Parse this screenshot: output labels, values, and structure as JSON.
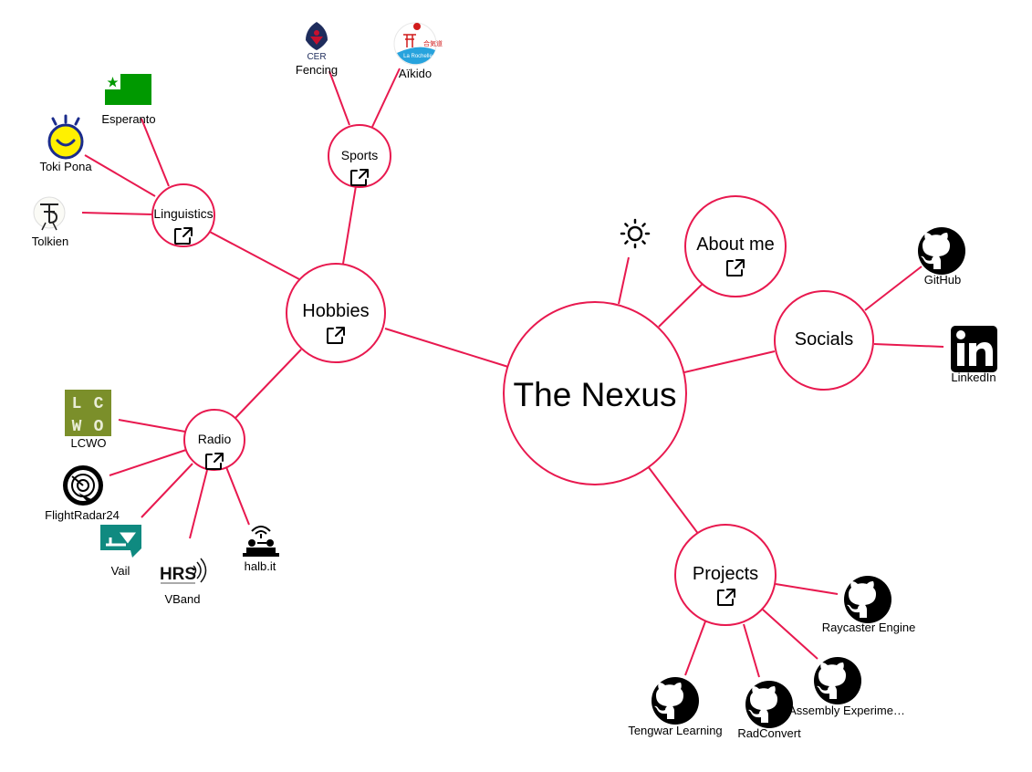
{
  "theme": {
    "accent": "#e8194f",
    "background": "#ffffff",
    "text": "#000000"
  },
  "hub": {
    "title": "The Nexus"
  },
  "theme_toggle": {
    "icon": "sun-icon"
  },
  "sections": {
    "about": {
      "label": "About me",
      "icon": "external-link-icon"
    },
    "socials": {
      "label": "Socials"
    },
    "hobbies": {
      "label": "Hobbies",
      "icon": "external-link-icon"
    },
    "projects": {
      "label": "Projects",
      "icon": "external-link-icon"
    },
    "sports": {
      "label": "Sports",
      "icon": "external-link-icon"
    },
    "linguistics": {
      "label": "Linguistics",
      "icon": "external-link-icon"
    },
    "radio": {
      "label": "Radio",
      "icon": "external-link-icon"
    }
  },
  "socials_links": [
    {
      "label": "GitHub",
      "icon": "github-icon"
    },
    {
      "label": "LinkedIn",
      "icon": "linkedin-icon"
    }
  ],
  "sports_links": [
    {
      "label": "Fencing",
      "icon": "cer-fencing-logo",
      "logo_text": "CER"
    },
    {
      "label": "Aïkido",
      "icon": "aikido-la-rochelle-logo",
      "logo_text": "La Rochelle"
    }
  ],
  "linguistics_links": [
    {
      "label": "Esperanto",
      "icon": "esperanto-flag-icon"
    },
    {
      "label": "Toki Pona",
      "icon": "toki-pona-icon"
    },
    {
      "label": "Tolkien",
      "icon": "tolkien-monogram-icon"
    }
  ],
  "radio_links": [
    {
      "label": "LCWO",
      "icon": "lcwo-logo",
      "logo_text": [
        "L",
        "C",
        "W",
        "O"
      ]
    },
    {
      "label": "FlightRadar24",
      "icon": "flightradar24-icon"
    },
    {
      "label": "Vail",
      "icon": "vail-icon"
    },
    {
      "label": "VBand",
      "icon": "hrs-logo",
      "logo_text": "HRS"
    },
    {
      "label": "halb.it",
      "icon": "telegraph-key-icon"
    }
  ],
  "project_links": [
    {
      "label": "Raycaster Engine",
      "icon": "github-icon"
    },
    {
      "label": "Assembly Experime…",
      "icon": "github-icon"
    },
    {
      "label": "RadConvert",
      "icon": "github-icon"
    },
    {
      "label": "Tengwar Learning",
      "icon": "github-icon"
    }
  ]
}
